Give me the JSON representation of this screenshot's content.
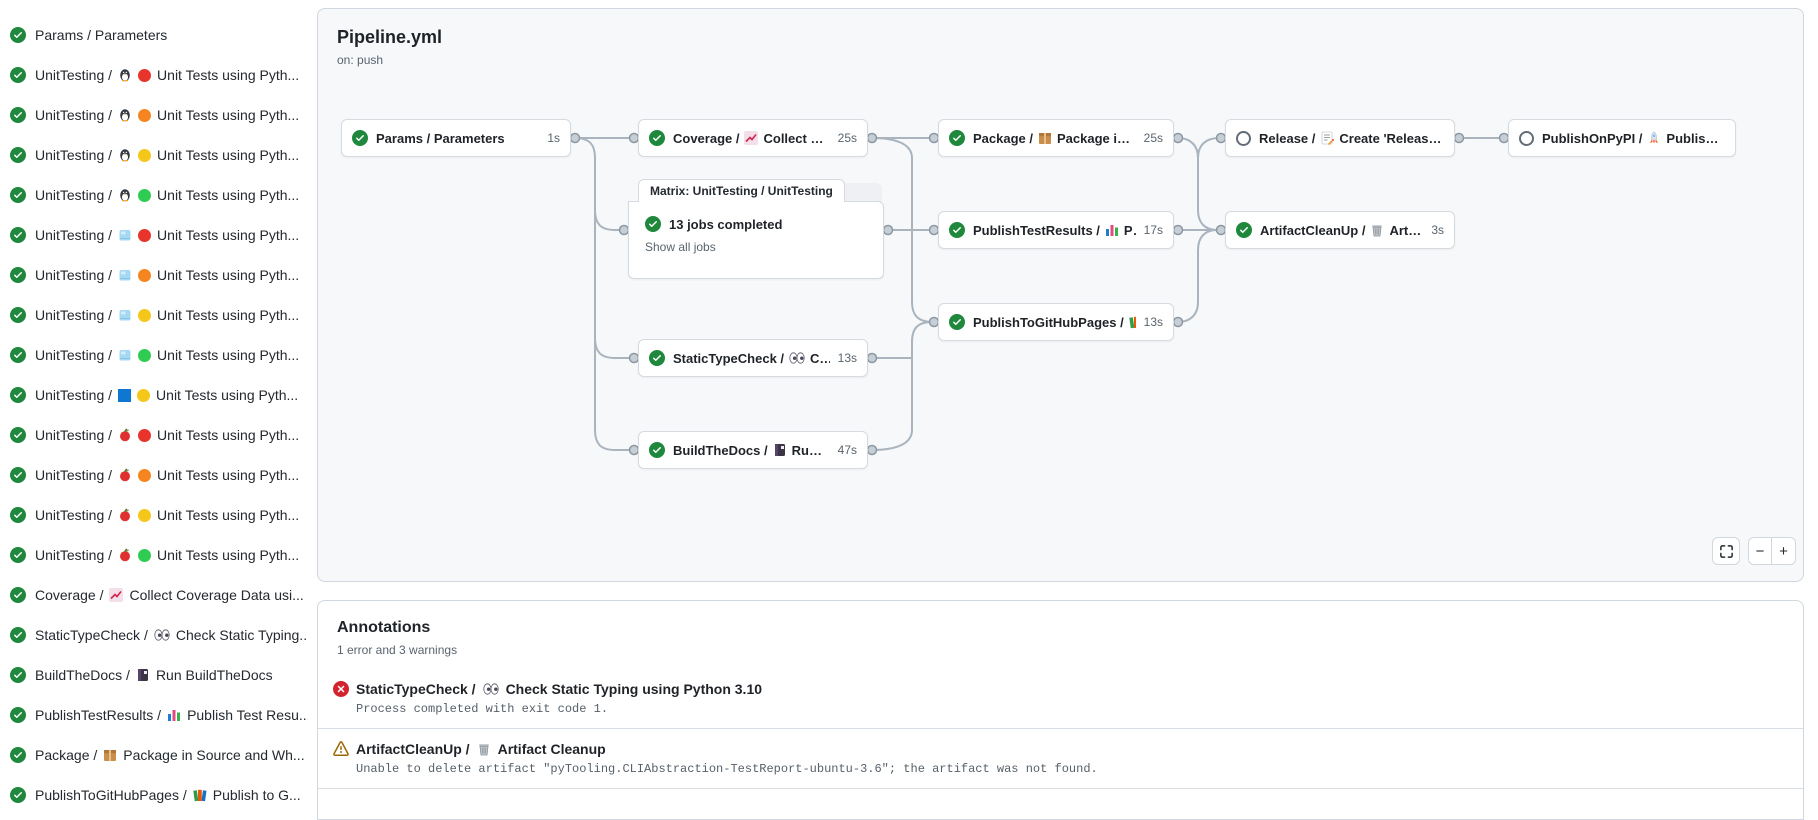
{
  "sidebar": {
    "items": [
      {
        "status": "success",
        "prefix": "Params / Parameters",
        "icons": [],
        "suffix": ""
      },
      {
        "status": "success",
        "prefix": "UnitTesting /",
        "icons": [
          "penguin",
          "py-red"
        ],
        "suffix": "Unit Tests using Pyth..."
      },
      {
        "status": "success",
        "prefix": "UnitTesting /",
        "icons": [
          "penguin",
          "py-orange"
        ],
        "suffix": "Unit Tests using Pyth..."
      },
      {
        "status": "success",
        "prefix": "UnitTesting /",
        "icons": [
          "penguin",
          "py-yellow"
        ],
        "suffix": "Unit Tests using Pyth..."
      },
      {
        "status": "success",
        "prefix": "UnitTesting /",
        "icons": [
          "penguin",
          "py-green"
        ],
        "suffix": "Unit Tests using Pyth..."
      },
      {
        "status": "success",
        "prefix": "UnitTesting /",
        "icons": [
          "ice",
          "py-red"
        ],
        "suffix": "Unit Tests using Pyth..."
      },
      {
        "status": "success",
        "prefix": "UnitTesting /",
        "icons": [
          "ice",
          "py-orange"
        ],
        "suffix": "Unit Tests using Pyth..."
      },
      {
        "status": "success",
        "prefix": "UnitTesting /",
        "icons": [
          "ice",
          "py-yellow"
        ],
        "suffix": "Unit Tests using Pyth..."
      },
      {
        "status": "success",
        "prefix": "UnitTesting /",
        "icons": [
          "ice",
          "py-green"
        ],
        "suffix": "Unit Tests using Pyth..."
      },
      {
        "status": "success",
        "prefix": "UnitTesting /",
        "icons": [
          "windows",
          "py-yellow"
        ],
        "suffix": "Unit Tests using Pyth..."
      },
      {
        "status": "success",
        "prefix": "UnitTesting /",
        "icons": [
          "apple",
          "py-red"
        ],
        "suffix": "Unit Tests using Pyth..."
      },
      {
        "status": "success",
        "prefix": "UnitTesting /",
        "icons": [
          "apple",
          "py-orange"
        ],
        "suffix": "Unit Tests using Pyth..."
      },
      {
        "status": "success",
        "prefix": "UnitTesting /",
        "icons": [
          "apple",
          "py-yellow"
        ],
        "suffix": "Unit Tests using Pyth..."
      },
      {
        "status": "success",
        "prefix": "UnitTesting /",
        "icons": [
          "apple",
          "py-green"
        ],
        "suffix": "Unit Tests using Pyth..."
      },
      {
        "status": "success",
        "prefix": "Coverage /",
        "icons": [
          "chart"
        ],
        "suffix": "Collect Coverage Data usi..."
      },
      {
        "status": "success",
        "prefix": "StaticTypeCheck /",
        "icons": [
          "eyes"
        ],
        "suffix": "Check Static Typing..."
      },
      {
        "status": "success",
        "prefix": "BuildTheDocs /",
        "icons": [
          "notebook"
        ],
        "suffix": "Run BuildTheDocs"
      },
      {
        "status": "success",
        "prefix": "PublishTestResults /",
        "icons": [
          "bar-chart"
        ],
        "suffix": "Publish Test Resu..."
      },
      {
        "status": "success",
        "prefix": "Package /",
        "icons": [
          "package"
        ],
        "suffix": "Package in Source and Wh..."
      },
      {
        "status": "success",
        "prefix": "PublishToGitHubPages /",
        "icons": [
          "books"
        ],
        "suffix": "Publish to G..."
      }
    ]
  },
  "graph": {
    "header": {
      "title": "Pipeline.yml",
      "trigger": "on: push"
    },
    "matrix": {
      "tab": "Matrix: UnitTesting / UnitTesting",
      "status": "13 jobs completed",
      "link": "Show all jobs"
    },
    "nodes": [
      {
        "id": "params",
        "status": "success",
        "prefix": "Params / Parameters",
        "icon": null,
        "suffix": "",
        "duration": "1s"
      },
      {
        "id": "coverage",
        "status": "success",
        "prefix": "Coverage /",
        "icon": "chart",
        "suffix": "Collect Cove...",
        "duration": "25s"
      },
      {
        "id": "package",
        "status": "success",
        "prefix": "Package /",
        "icon": "package",
        "suffix": "Package in So...",
        "duration": "25s"
      },
      {
        "id": "release",
        "status": "pending",
        "prefix": "Release /",
        "icon": "memo",
        "suffix": "Create 'Release P...",
        "duration": ""
      },
      {
        "id": "publishonpypi",
        "status": "pending",
        "prefix": "PublishOnPyPI /",
        "icon": "rocket",
        "suffix": "Publish to ...",
        "duration": ""
      },
      {
        "id": "publishtestresults",
        "status": "success",
        "prefix": "PublishTestResults /",
        "icon": "bar-chart",
        "suffix": "Pu...",
        "duration": "17s"
      },
      {
        "id": "artifactcleanup",
        "status": "success",
        "prefix": "ArtifactCleanUp /",
        "icon": "wastebasket",
        "suffix": "Artifac...",
        "duration": "3s"
      },
      {
        "id": "publishtogithubpages",
        "status": "success",
        "prefix": "PublishToGitHubPages /",
        "icon": "books",
        "suffix": "...",
        "duration": "13s"
      },
      {
        "id": "statictypecheck",
        "status": "success",
        "prefix": "StaticTypeCheck /",
        "icon": "eyes",
        "suffix": "Chec...",
        "duration": "13s"
      },
      {
        "id": "buildthedocs",
        "status": "success",
        "prefix": "BuildTheDocs /",
        "icon": "notebook",
        "suffix": "Run Buil...",
        "duration": "47s"
      }
    ],
    "controls": {
      "zoom_out": "−",
      "zoom_in": "+"
    }
  },
  "annotations": {
    "title": "Annotations",
    "summary": "1 error and 3 warnings",
    "items": [
      {
        "type": "error",
        "prefix": "StaticTypeCheck /",
        "icon": "eyes",
        "suffix": "Check Static Typing using Python 3.10",
        "message": "Process completed with exit code 1."
      },
      {
        "type": "warning",
        "prefix": "ArtifactCleanUp /",
        "icon": "wastebasket",
        "suffix": "Artifact Cleanup",
        "message": "Unable to delete artifact \"pyTooling.CLIAbstraction-TestReport-ubuntu-3.6\"; the artifact was not found."
      }
    ]
  }
}
